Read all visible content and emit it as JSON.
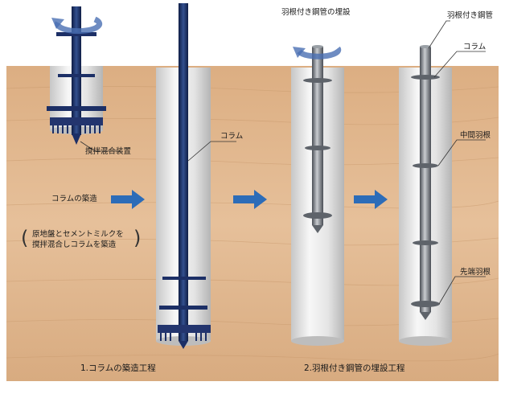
{
  "labels": {
    "mixer": "撹拌混合装置",
    "column_step1": "コラム",
    "column_build": "コラムの築造",
    "note_line1": "原地盤とセメントミルクを",
    "note_line2": "撹拌混合しコラムを築造",
    "pipe_install": "羽根付き鋼管の埋設",
    "pipe_label": "羽根付き鋼管",
    "column_step4": "コラム",
    "mid_blade": "中間羽根",
    "tip_blade": "先端羽根"
  },
  "captions": {
    "step1": "1.コラムの築造工程",
    "step2": "2.羽根付き鋼管の埋設工程"
  },
  "colors": {
    "soil": "#e0b48a",
    "column": "#e6e6e6",
    "rod": "#1c2f66",
    "arrow": "#2c6cb8",
    "pipe": "#8a8f96"
  }
}
